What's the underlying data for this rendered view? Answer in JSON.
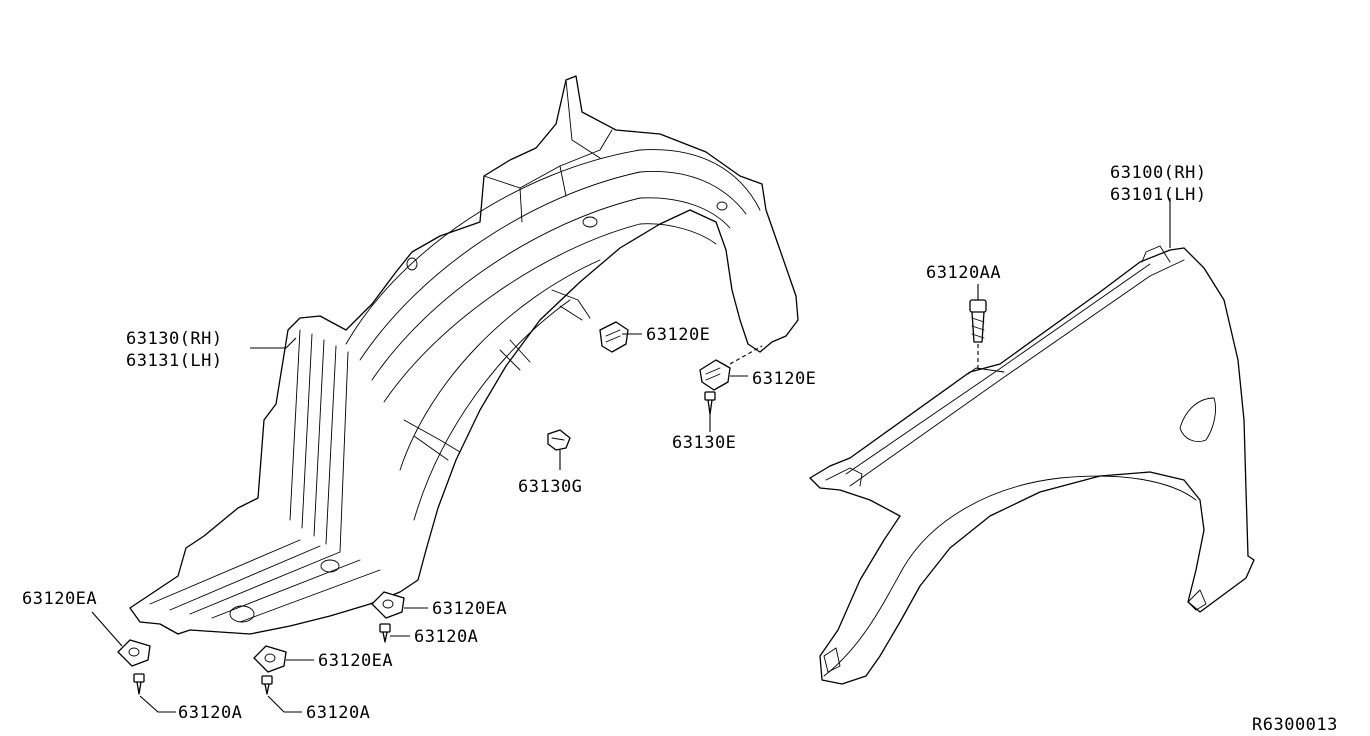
{
  "diagram": {
    "reference_code": "R6300013",
    "parts": {
      "fender_rh": "63100(RH)",
      "fender_lh": "63101(LH)",
      "protector_rh": "63130(RH)",
      "protector_lh": "63131(LH)",
      "bolt_upper": "63120AA",
      "clip_upper": "63120E",
      "clip_lower": "63120E",
      "screw_e": "63130E",
      "grommet_g": "63130G",
      "nut_left": "63120EA",
      "nut_mid": "63120EA",
      "nut_right": "63120EA",
      "screw_left": "63120A",
      "screw_mid": "63120A",
      "screw_right": "63120A"
    }
  }
}
